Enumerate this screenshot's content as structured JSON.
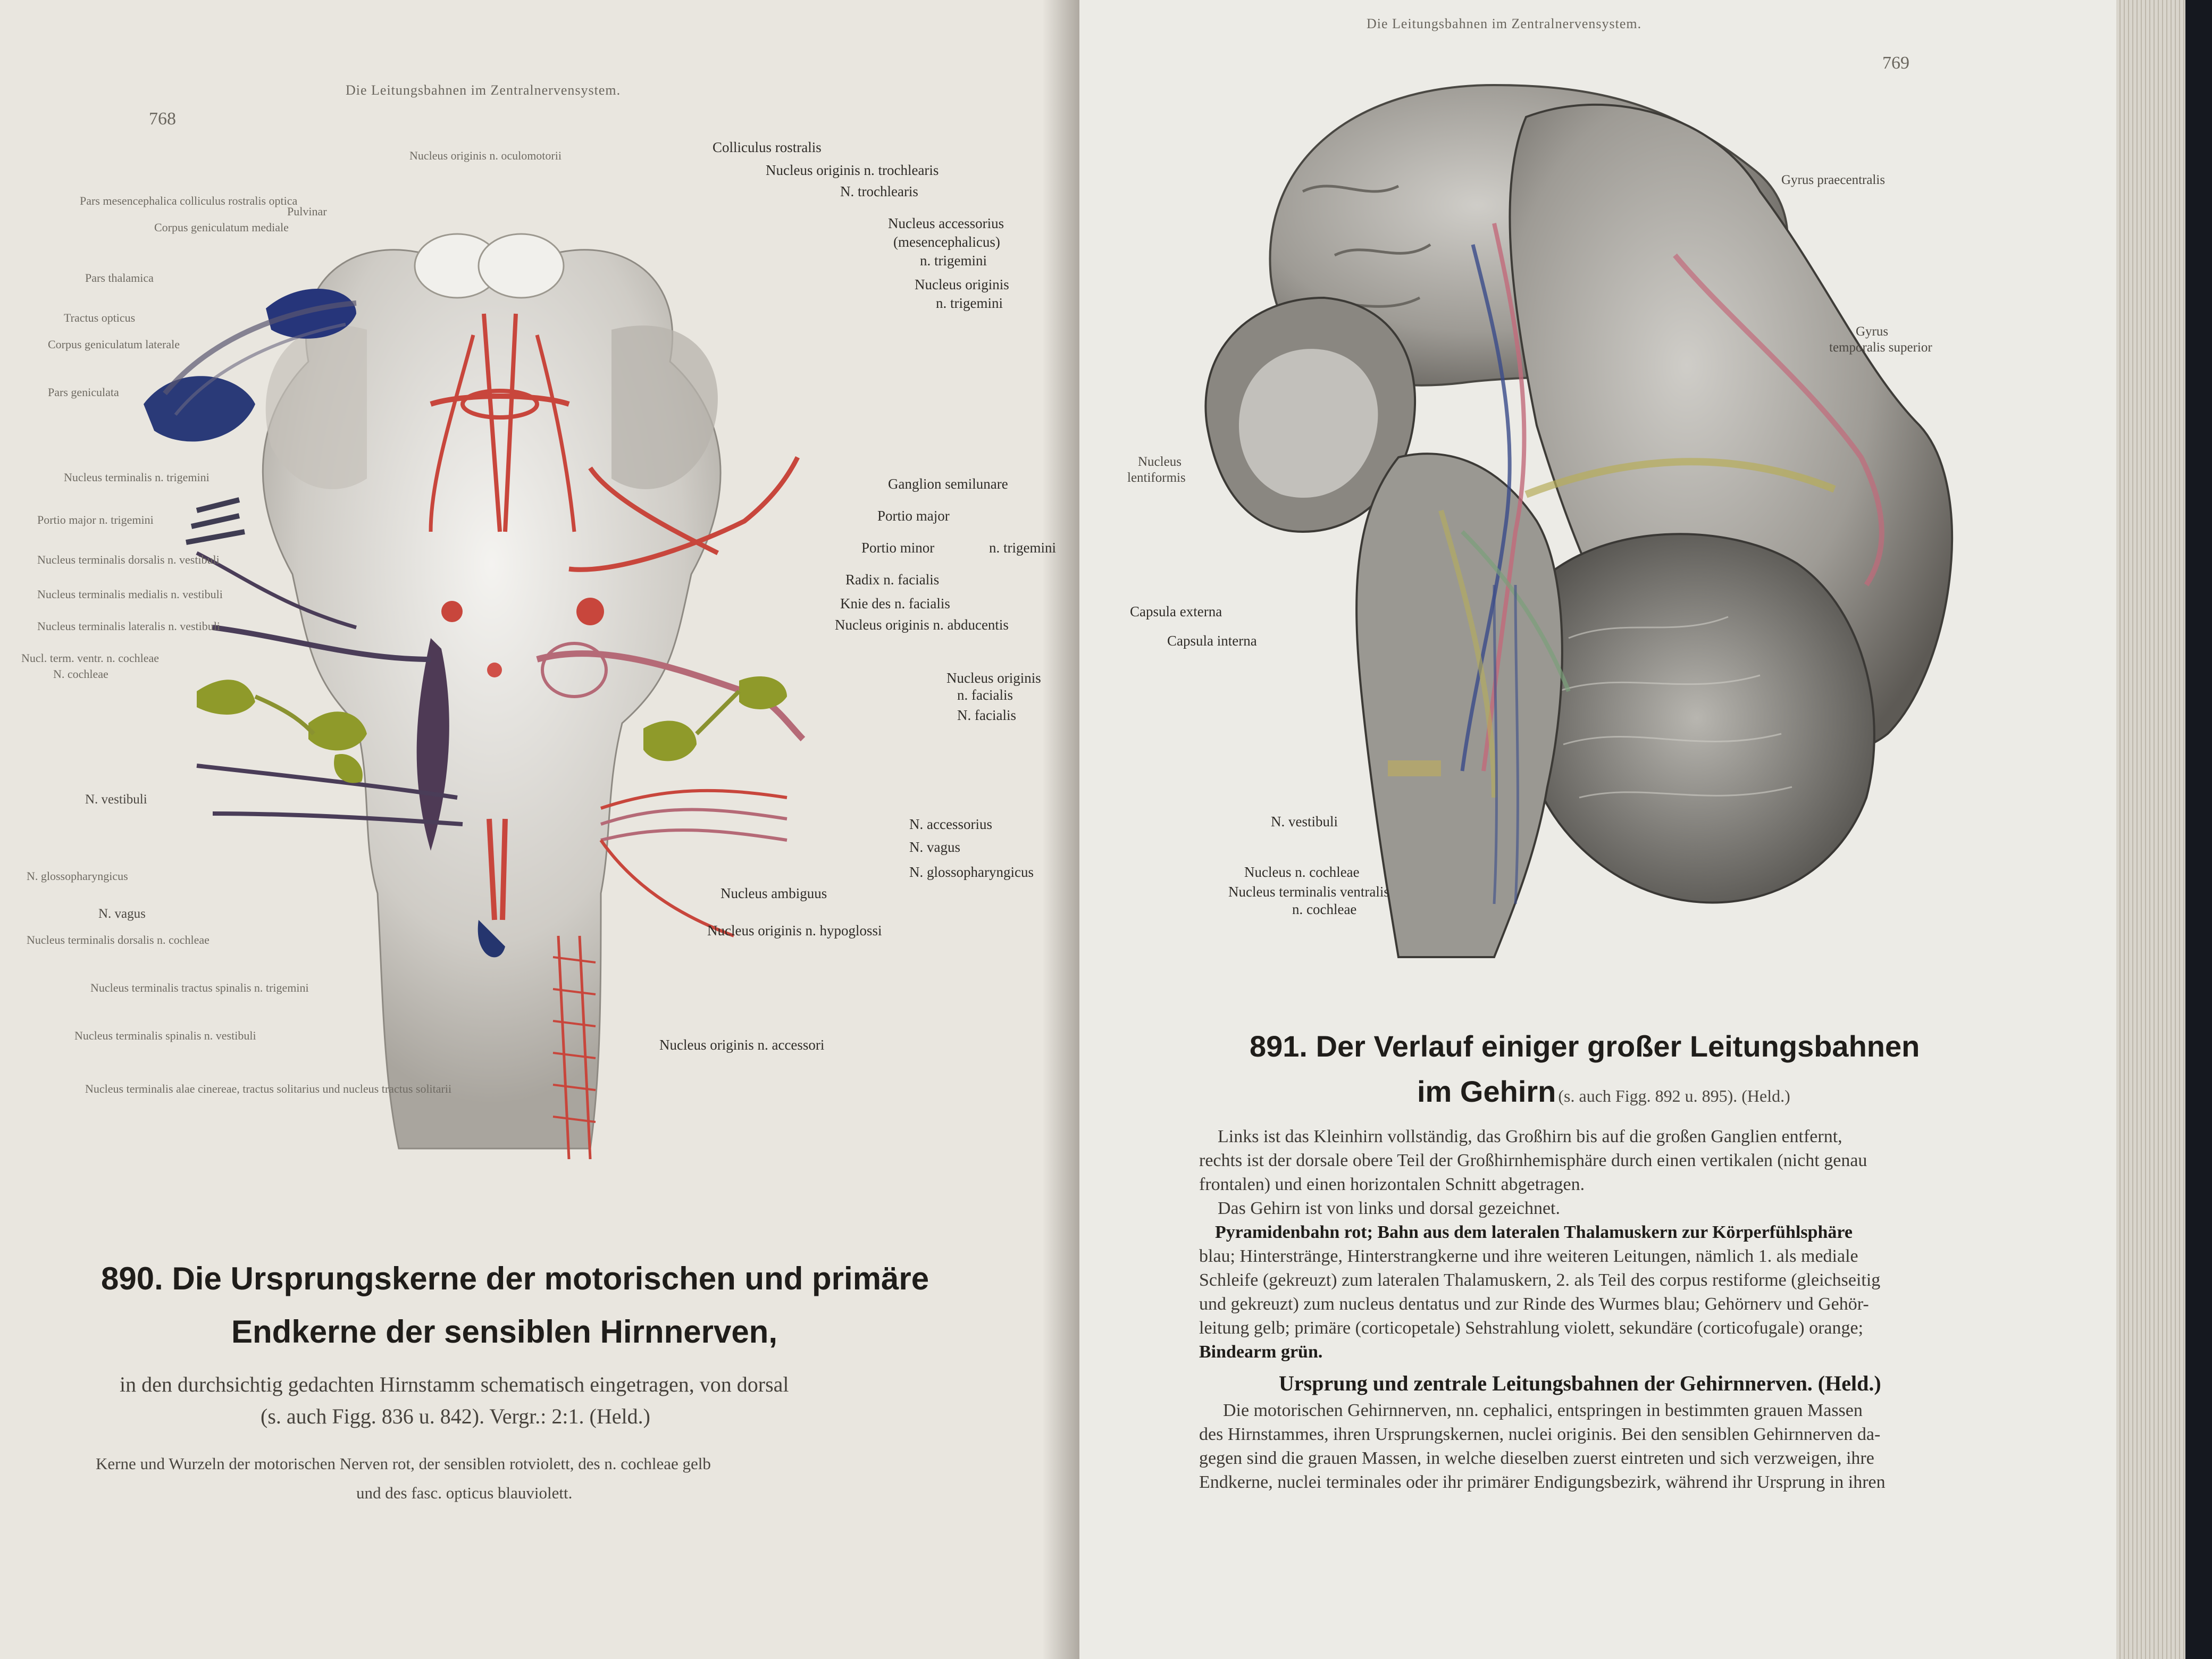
{
  "left_page": {
    "running_head": "Die Leitungsbahnen im Zentralnervensystem.",
    "page_number": "768",
    "labels_right": [
      "Colliculus rostralis",
      "Nucleus originis n. trochlearis",
      "N. trochlearis",
      "Nucleus accessorius",
      "(mesencephalicus)",
      "n. trigemini",
      "Nucleus originis",
      "n. trigemini",
      "Ganglion semilunare",
      "Portio major",
      "Portio minor",
      "n. trigemini",
      "Radix n. facialis",
      "Knie des n. facialis",
      "Nucleus originis n. abducentis",
      "Nucleus originis",
      "n. facialis",
      "N. facialis",
      "N. accessorius",
      "N. vagus",
      "N. glossopharyngicus",
      "Nucleus ambiguus",
      "Nucleus originis n. hypoglossi",
      "Nucleus originis n. accessori"
    ],
    "labels_left": [
      "Pars mesencephalica colliculus rostralis optica",
      "Pulvinar",
      "Corpus geniculatum mediale",
      "Nucleus originis n. oculomotorii",
      "Pars thalamica",
      "Tractus opticus",
      "Corpus geniculatum laterale",
      "Pars geniculata",
      "Nucleus terminalis n. trigemini",
      "Portio major n. trigemini",
      "Nucleus terminalis dorsalis n. vestibuli",
      "Nucleus terminalis medialis n. vestibuli",
      "Nucleus terminalis lateralis n. vestibuli",
      "Nucl. term. ventr. n. cochleae",
      "N. cochleae",
      "N. vestibuli",
      "N. glossopharyngicus",
      "N. vagus",
      "Nucleus terminalis dorsalis n. cochleae",
      "Nucleus terminalis tractus spinalis n. trigemini",
      "Nucleus terminalis spinalis n. vestibuli",
      "Nucleus terminalis alae cinereae, tractus solitarius und nucleus tractus solitarii"
    ],
    "caption": {
      "number": "890.",
      "title_line1": "Die Ursprungskerne der motorischen und primäre",
      "title_line2": "Endkerne der sensiblen Hirnnerven,",
      "sub_line1": "in den durchsichtig gedachten Hirnstamm schematisch eingetragen, von dorsal",
      "sub_line2": "(s. auch Figg. 836 u. 842).  Vergr.: 2:1.  (Held.)",
      "note_line1": "Kerne und Wurzeln der motorischen Nerven rot, der sensiblen rotviolett, des n. cochleae gelb",
      "note_line2": "und des fasc. opticus blauviolett."
    }
  },
  "right_page": {
    "running_head": "Die Leitungsbahnen im Zentralnervensystem.",
    "page_number": "769",
    "labels": {
      "gyrus_praecentralis": "Gyrus praecentralis",
      "gyrus_temporalis_1": "Gyrus",
      "gyrus_temporalis_2": "temporalis superior",
      "nucleus_lentiformis_1": "Nucleus",
      "nucleus_lentiformis_2": "lentiformis",
      "capsula_externa": "Capsula externa",
      "capsula_interna": "Capsula interna",
      "n_vestibuli": "N. vestibuli",
      "nucleus_cochleae": "Nucleus n. cochleae",
      "nucleus_terminalis_1": "Nucleus terminalis ventralis",
      "nucleus_terminalis_2": "n. cochleae"
    },
    "caption": {
      "number": "891.",
      "title_line1": "Der Verlauf einiger großer Leitungsbahnen",
      "title_line2": "im Gehirn",
      "title_ref": "(s. auch Figg. 892 u. 895).  (Held.)"
    },
    "body": [
      "Links ist das Kleinhirn vollständig, das Großhirn bis auf die großen Ganglien entfernt,",
      "rechts ist der dorsale obere Teil der Großhirnhemisphäre durch einen vertikalen (nicht genau",
      "frontalen) und einen horizontalen Schnitt abgetragen.",
      "Das Gehirn ist von links und dorsal gezeichnet.",
      "Pyramidenbahn rot; Bahn aus dem lateralen Thalamuskern zur Körperfühlsphäre",
      "blau; Hinterstränge, Hinterstrangkerne und ihre weiteren Leitungen, nämlich 1. als mediale",
      "Schleife (gekreuzt) zum lateralen Thalamuskern, 2. als Teil des corpus restiforme (gleichseitig",
      "und gekreuzt) zum nucleus dentatus und zur Rinde des Wurmes blau; Gehörnerv und Gehör-",
      "leitung gelb; primäre (corticopetale) Sehstrahlung violett, sekundäre (corticofugale) orange;",
      "Bindearm grün."
    ],
    "section_heading": "Ursprung und zentrale Leitungsbahnen der Gehirnnerven.  (Held.)",
    "section_body": [
      "Die motorischen Gehirnnerven, nn. cephalici, entspringen in bestimmten grauen Massen",
      "des Hirnstammes, ihren Ursprungskernen, nuclei originis. Bei den sensiblen Gehirnnerven da-",
      "gegen sind die grauen Massen, in welche dieselben zuerst eintreten und sich verzweigen, ihre",
      "Endkerne, nuclei terminales oder ihr primärer Endigungsbezirk, während ihr Ursprung in ihren"
    ]
  },
  "colors": {
    "paper": "#e9e6df",
    "motor_red": "#c8463c",
    "sensory_violet": "#5a3e5c",
    "cochlear_yellow": "#8f9a2a",
    "optic_blue": "#25356e"
  }
}
